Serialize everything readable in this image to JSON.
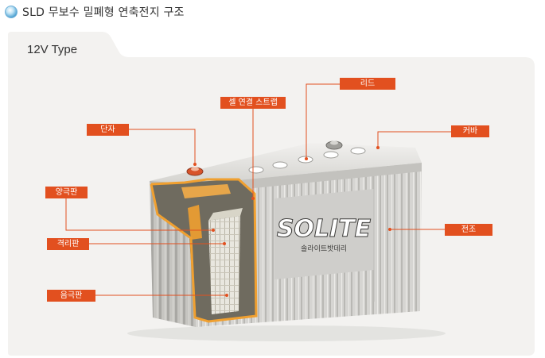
{
  "header": {
    "title": "SLD 무보수 밀폐형 연축전지 구조"
  },
  "panel": {
    "tab_label": "12V Type"
  },
  "battery": {
    "brand": "SOLITE",
    "brand_sub": "솔라이트밧데리"
  },
  "callouts": {
    "terminal": "단자",
    "cell_strap": "셀 연결 스트랩",
    "lid": "리드",
    "cover": "커바",
    "positive_plate": "양극판",
    "separator": "격리판",
    "container": "전조",
    "negative_plate": "음극판"
  },
  "colors": {
    "callout_bg": "#e2501f",
    "leader_line": "#e2501f",
    "panel_bg": "#f3f2f0"
  }
}
